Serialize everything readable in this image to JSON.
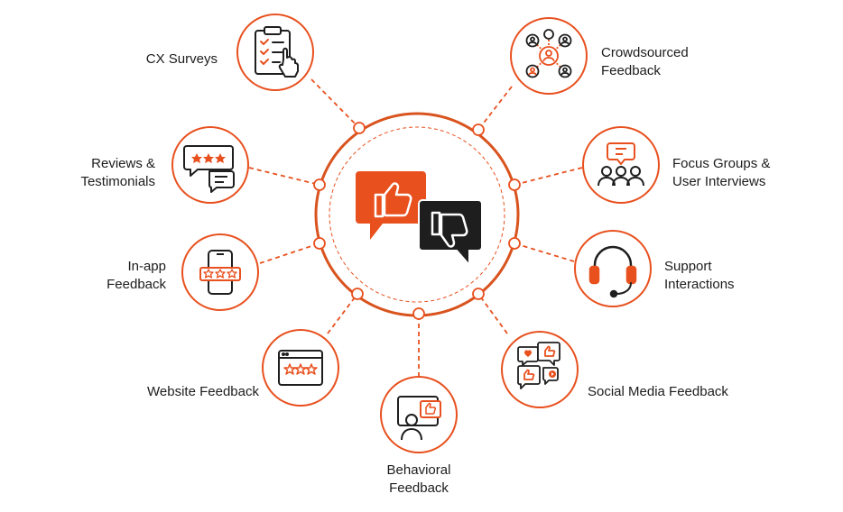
{
  "colors": {
    "accent": "#E8501E",
    "dark": "#1E1E1E",
    "ring_outer": "#D9531E",
    "ring_inner": "#E8501E",
    "background": "#FFFFFF"
  },
  "center": {
    "icons": [
      "thumbs-up-bubble-icon",
      "thumbs-down-bubble-icon"
    ]
  },
  "nodes": [
    {
      "id": "cx-surveys",
      "icon": "clipboard-checklist-icon",
      "lines": [
        "CX Surveys"
      ]
    },
    {
      "id": "reviews",
      "icon": "star-review-bubbles-icon",
      "lines": [
        "Reviews &",
        "Testimonials"
      ]
    },
    {
      "id": "in-app",
      "icon": "phone-rating-icon",
      "lines": [
        "In-app",
        "Feedback"
      ]
    },
    {
      "id": "website",
      "icon": "browser-rating-icon",
      "lines": [
        "Website Feedback"
      ]
    },
    {
      "id": "behavioral",
      "icon": "user-screen-like-icon",
      "lines": [
        "Behavioral",
        "Feedback"
      ]
    },
    {
      "id": "social",
      "icon": "social-reactions-icon",
      "lines": [
        "Social Media Feedback"
      ]
    },
    {
      "id": "support",
      "icon": "headset-icon",
      "lines": [
        "Support",
        "Interactions"
      ]
    },
    {
      "id": "focus",
      "icon": "group-chat-icon",
      "lines": [
        "Focus Groups &",
        "User Interviews"
      ]
    },
    {
      "id": "crowd",
      "icon": "network-people-icon",
      "lines": [
        "Crowdsourced",
        "Feedback"
      ]
    }
  ]
}
